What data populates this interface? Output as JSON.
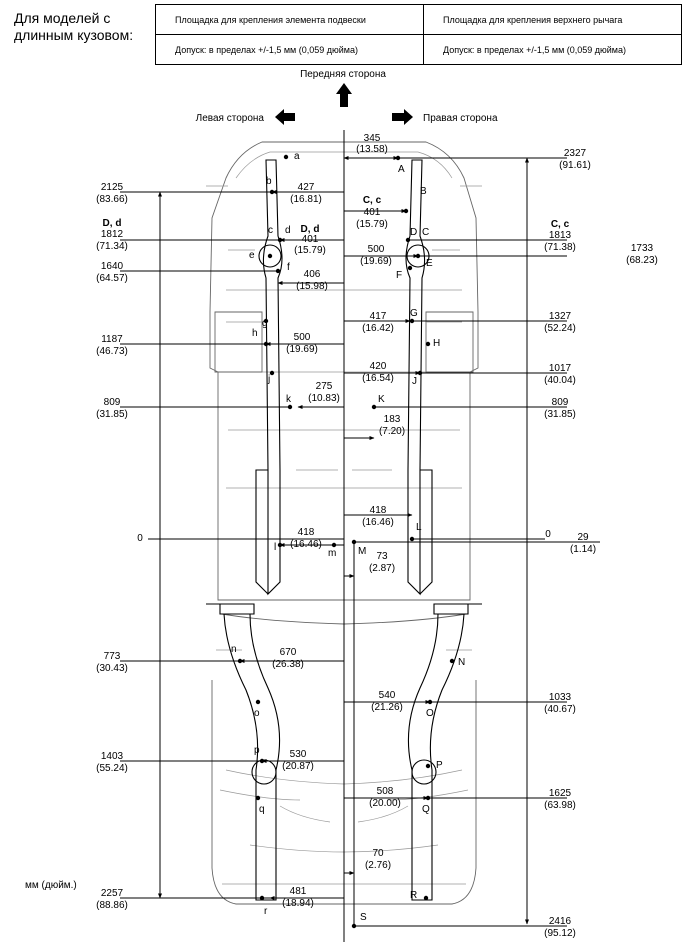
{
  "header": {
    "title": "Для моделей с длинным кузовом:"
  },
  "spec_table": {
    "col1_title": "Площадка для крепления элемента подвески",
    "col2_title": "Площадка для крепления верхнего рычага",
    "col1_tolerance": "Допуск: в пределах +/-1,5 мм (0,059 дюйма)",
    "col2_tolerance": "Допуск: в пределах +/-1,5 мм (0,059 дюйма)"
  },
  "directions": {
    "front": "Передняя сторона",
    "left": "Левая сторона",
    "right": "Правая сторона"
  },
  "units_label": "мм (дюйм.)",
  "left_dims": [
    {
      "mm": "2125",
      "in": "(83.66)"
    },
    {
      "label": "D, d",
      "mm": "1812",
      "in": "(71.34)"
    },
    {
      "mm": "1640",
      "in": "(64.57)"
    },
    {
      "mm": "1187",
      "in": "(46.73)"
    },
    {
      "mm": "809",
      "in": "(31.85)"
    },
    {
      "mm": "0"
    },
    {
      "mm": "773",
      "in": "(30.43)"
    },
    {
      "mm": "1403",
      "in": "(55.24)"
    },
    {
      "mm": "2257",
      "in": "(88.86)"
    }
  ],
  "right_dims": [
    {
      "mm": "2327",
      "in": "(91.61)"
    },
    {
      "label": "C, c",
      "mm": "1813",
      "in": "(71.38)"
    },
    {
      "mm": "1733",
      "in": "(68.23)"
    },
    {
      "mm": "1327",
      "in": "(52.24)"
    },
    {
      "mm": "1017",
      "in": "(40.04)"
    },
    {
      "mm": "809",
      "in": "(31.85)"
    },
    {
      "mm": "0"
    },
    {
      "mm": "29",
      "in": "(1.14)"
    },
    {
      "mm": "1033",
      "in": "(40.67)"
    },
    {
      "mm": "1625",
      "in": "(63.98)"
    },
    {
      "mm": "2416",
      "in": "(95.12)"
    }
  ],
  "center_dims": [
    {
      "mm": "345",
      "in": "(13.58)"
    },
    {
      "mm": "427",
      "in": "(16.81)"
    },
    {
      "label": "C, c",
      "mm": "401",
      "in": "(15.79)"
    },
    {
      "label": "D, d",
      "mm": "401",
      "in": "(15.79)"
    },
    {
      "mm": "500",
      "in": "(19.69)"
    },
    {
      "mm": "406",
      "in": "(15.98)"
    },
    {
      "mm": "417",
      "in": "(16.42)"
    },
    {
      "mm": "500",
      "in": "(19.69)"
    },
    {
      "mm": "420",
      "in": "(16.54)"
    },
    {
      "mm": "275",
      "in": "(10.83)"
    },
    {
      "mm": "183",
      "in": "(7.20)"
    },
    {
      "mm": "418",
      "in": "(16.46)"
    },
    {
      "mm": "418",
      "in": "(16.46)"
    },
    {
      "mm": "73",
      "in": "(2.87)"
    },
    {
      "mm": "670",
      "in": "(26.38)"
    },
    {
      "mm": "540",
      "in": "(21.26)"
    },
    {
      "mm": "530",
      "in": "(20.87)"
    },
    {
      "mm": "508",
      "in": "(20.00)"
    },
    {
      "mm": "70",
      "in": "(2.76)"
    },
    {
      "mm": "481",
      "in": "(18.94)"
    }
  ],
  "point_labels": {
    "left": [
      "a",
      "b",
      "c",
      "d",
      "e",
      "f",
      "g",
      "h",
      "j",
      "k",
      "l",
      "m",
      "n",
      "o",
      "p",
      "q",
      "r"
    ],
    "right": [
      "A",
      "B",
      "C",
      "D",
      "E",
      "F",
      "G",
      "H",
      "J",
      "K",
      "L",
      "M",
      "N",
      "O",
      "P",
      "Q",
      "R",
      "S"
    ]
  }
}
